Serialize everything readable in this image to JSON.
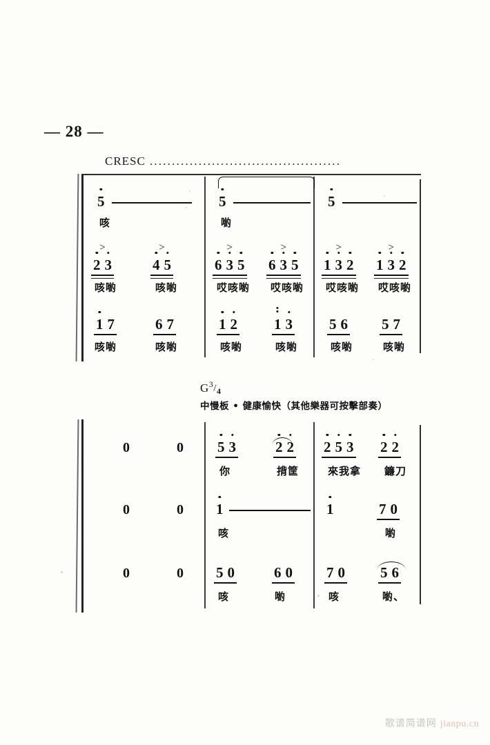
{
  "page": {
    "number": "— 28 —",
    "watermark_cn": "歌谱简谱网",
    "watermark_en": "jianpu.cn"
  },
  "dynamics": {
    "cresc_label": "CRESC",
    "cresc_dots": "..........................................."
  },
  "tempo": {
    "key_signature_letter": "G",
    "time_signature_num": "3",
    "time_signature_den": "4",
    "description": "中慢板 • 健康愉快（其他樂器可按擊部奏）"
  },
  "systems": [
    {
      "id": "system-1",
      "voices": [
        {
          "id": "voice-1-top",
          "measures": [
            {
              "notes": [
                {
                  "num": "5",
                  "octave": "up",
                  "hold": true
                }
              ],
              "lyric": "咳"
            },
            {
              "notes": [],
              "lyric": ""
            },
            {
              "notes": [
                {
                  "num": "5",
                  "octave": "up",
                  "hold": true
                }
              ],
              "lyric": "喲"
            },
            {
              "notes": [],
              "lyric": ""
            },
            {
              "notes": [
                {
                  "num": "5",
                  "octave": "up",
                  "hold": true
                }
              ],
              "lyric": ""
            },
            {
              "notes": [],
              "lyric": ""
            }
          ]
        },
        {
          "id": "voice-1-middle",
          "measures": [
            {
              "accent": true,
              "notes": [
                {
                  "num": "2",
                  "octave": "up"
                },
                {
                  "num": "3",
                  "octave": "up"
                }
              ],
              "lyric": "咳喲"
            },
            {
              "accent": true,
              "notes": [
                {
                  "num": "4",
                  "octave": "up"
                },
                {
                  "num": "5",
                  "octave": "up"
                }
              ],
              "lyric": "咳喲"
            },
            {
              "accent": true,
              "notes": [
                {
                  "num": "6",
                  "octave": "up"
                },
                {
                  "num": "3",
                  "octave": "up"
                },
                {
                  "num": "5",
                  "octave": "up"
                }
              ],
              "lyric": "哎咳喲"
            },
            {
              "accent": true,
              "notes": [
                {
                  "num": "6",
                  "octave": "up"
                },
                {
                  "num": "3",
                  "octave": "up"
                },
                {
                  "num": "5",
                  "octave": "up"
                }
              ],
              "lyric": "哎咳喲"
            },
            {
              "accent": true,
              "notes": [
                {
                  "num": "1",
                  "octave": "up"
                },
                {
                  "num": "3",
                  "octave": "up"
                },
                {
                  "num": "2",
                  "octave": "up"
                }
              ],
              "lyric": "哎咳喲"
            },
            {
              "accent": true,
              "notes": [
                {
                  "num": "1",
                  "octave": "up"
                },
                {
                  "num": "3",
                  "octave": "up"
                },
                {
                  "num": "2",
                  "octave": "up"
                }
              ],
              "lyric": "哎咳喲"
            }
          ]
        },
        {
          "id": "voice-1-bottom",
          "measures": [
            {
              "notes": [
                {
                  "num": "1",
                  "octave": "up"
                },
                {
                  "num": "7",
                  "octave": "none"
                }
              ],
              "lyric": "咳喲"
            },
            {
              "notes": [
                {
                  "num": "6",
                  "octave": "none"
                },
                {
                  "num": "7",
                  "octave": "none"
                }
              ],
              "lyric": "咳喲"
            },
            {
              "notes": [
                {
                  "num": "1",
                  "octave": "up"
                },
                {
                  "num": "2",
                  "octave": "up"
                }
              ],
              "lyric": "咳喲"
            },
            {
              "notes": [
                {
                  "num": "1",
                  "octave": "up2"
                },
                {
                  "num": "3",
                  "octave": "up"
                }
              ],
              "lyric": "咳喲"
            },
            {
              "notes": [
                {
                  "num": "5",
                  "octave": "none"
                },
                {
                  "num": "6",
                  "octave": "none"
                }
              ],
              "lyric": "咳喲"
            },
            {
              "notes": [
                {
                  "num": "5",
                  "octave": "none"
                },
                {
                  "num": "7",
                  "octave": "none"
                }
              ],
              "lyric": "咳喲"
            }
          ]
        }
      ]
    },
    {
      "id": "system-2",
      "voices": [
        {
          "id": "voice-2-top",
          "measures": [
            {
              "notes": [
                {
                  "num": "0",
                  "octave": "none"
                }
              ],
              "lyric": ""
            },
            {
              "notes": [
                {
                  "num": "0",
                  "octave": "none"
                }
              ],
              "lyric": ""
            },
            {
              "notes": [
                {
                  "num": "5",
                  "octave": "up"
                },
                {
                  "num": "3",
                  "octave": "up"
                }
              ],
              "lyric": "你"
            },
            {
              "notes": [
                {
                  "num": "2",
                  "octave": "up"
                },
                {
                  "num": "2",
                  "octave": "up"
                }
              ],
              "lyric": "揹筐"
            },
            {
              "notes": [
                {
                  "num": "2",
                  "octave": "up"
                },
                {
                  "num": "5",
                  "octave": "up"
                },
                {
                  "num": "3",
                  "octave": "up"
                }
              ],
              "lyric": "來我拿"
            },
            {
              "notes": [
                {
                  "num": "2",
                  "octave": "up"
                },
                {
                  "num": "2",
                  "octave": "up"
                }
              ],
              "lyric": "鐮刀"
            }
          ]
        },
        {
          "id": "voice-2-middle",
          "measures": [
            {
              "notes": [
                {
                  "num": "0",
                  "octave": "none"
                }
              ],
              "lyric": ""
            },
            {
              "notes": [
                {
                  "num": "0",
                  "octave": "none"
                }
              ],
              "lyric": ""
            },
            {
              "notes": [
                {
                  "num": "1",
                  "octave": "up",
                  "hold": true
                }
              ],
              "lyric": "咳"
            },
            {
              "notes": [],
              "lyric": ""
            },
            {
              "notes": [
                {
                  "num": "1",
                  "octave": "up"
                }
              ],
              "lyric": ""
            },
            {
              "notes": [
                {
                  "num": "7",
                  "octave": "none"
                },
                {
                  "num": "0",
                  "octave": "none"
                }
              ],
              "lyric": "喲"
            }
          ]
        },
        {
          "id": "voice-2-bottom",
          "measures": [
            {
              "notes": [
                {
                  "num": "0",
                  "octave": "none"
                }
              ],
              "lyric": ""
            },
            {
              "notes": [
                {
                  "num": "0",
                  "octave": "none"
                }
              ],
              "lyric": ""
            },
            {
              "notes": [
                {
                  "num": "5",
                  "octave": "none"
                },
                {
                  "num": "0",
                  "octave": "none"
                }
              ],
              "lyric": "咳"
            },
            {
              "notes": [
                {
                  "num": "6",
                  "octave": "none"
                },
                {
                  "num": "0",
                  "octave": "none"
                }
              ],
              "lyric": "喲"
            },
            {
              "notes": [
                {
                  "num": "7",
                  "octave": "none"
                },
                {
                  "num": "0",
                  "octave": "none"
                }
              ],
              "lyric": "咳"
            },
            {
              "notes": [
                {
                  "num": "5",
                  "octave": "none"
                },
                {
                  "num": "6",
                  "octave": "none"
                }
              ],
              "lyric": "喲、"
            }
          ]
        }
      ]
    }
  ]
}
